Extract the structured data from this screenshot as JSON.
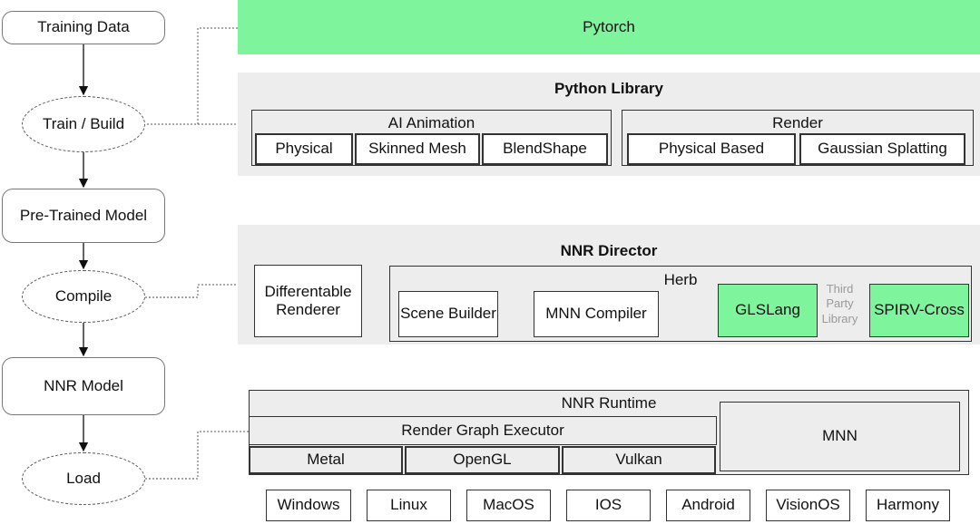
{
  "flow": {
    "training_data": "Training Data",
    "train_build": "Train / Build",
    "pretrained_model": "Pre-Trained Model",
    "compile": "Compile",
    "nnr_model": "NNR Model",
    "load": "Load"
  },
  "pytorch": "Pytorch",
  "python_library": {
    "title": "Python Library",
    "ai_animation": {
      "title": "AI Animation",
      "items": [
        "Physical",
        "Skinned Mesh",
        "BlendShape"
      ]
    },
    "render": {
      "title": "Render",
      "items": [
        "Physical Based",
        "Gaussian Splatting"
      ]
    }
  },
  "nnr_director": {
    "title": "NNR Director",
    "differentiable_renderer": "Differentable Renderer",
    "herb": {
      "title": "Herb",
      "scene_builder": "Scene Builder",
      "mnn_compiler": "MNN Compiler",
      "glslang": "GLSLang",
      "third_party": "Third Party Library",
      "spirv_cross": "SPIRV-Cross"
    }
  },
  "nnr_runtime": {
    "title": "NNR Runtime",
    "render_graph_executor": "Render Graph Executor",
    "backends": [
      "Metal",
      "OpenGL",
      "Vulkan"
    ],
    "mnn": "MNN"
  },
  "platforms": [
    "Windows",
    "Linux",
    "MacOS",
    "IOS",
    "Android",
    "VisionOS",
    "Harmony"
  ],
  "colors": {
    "green": "#7ef59d",
    "panel": "#ededed"
  }
}
